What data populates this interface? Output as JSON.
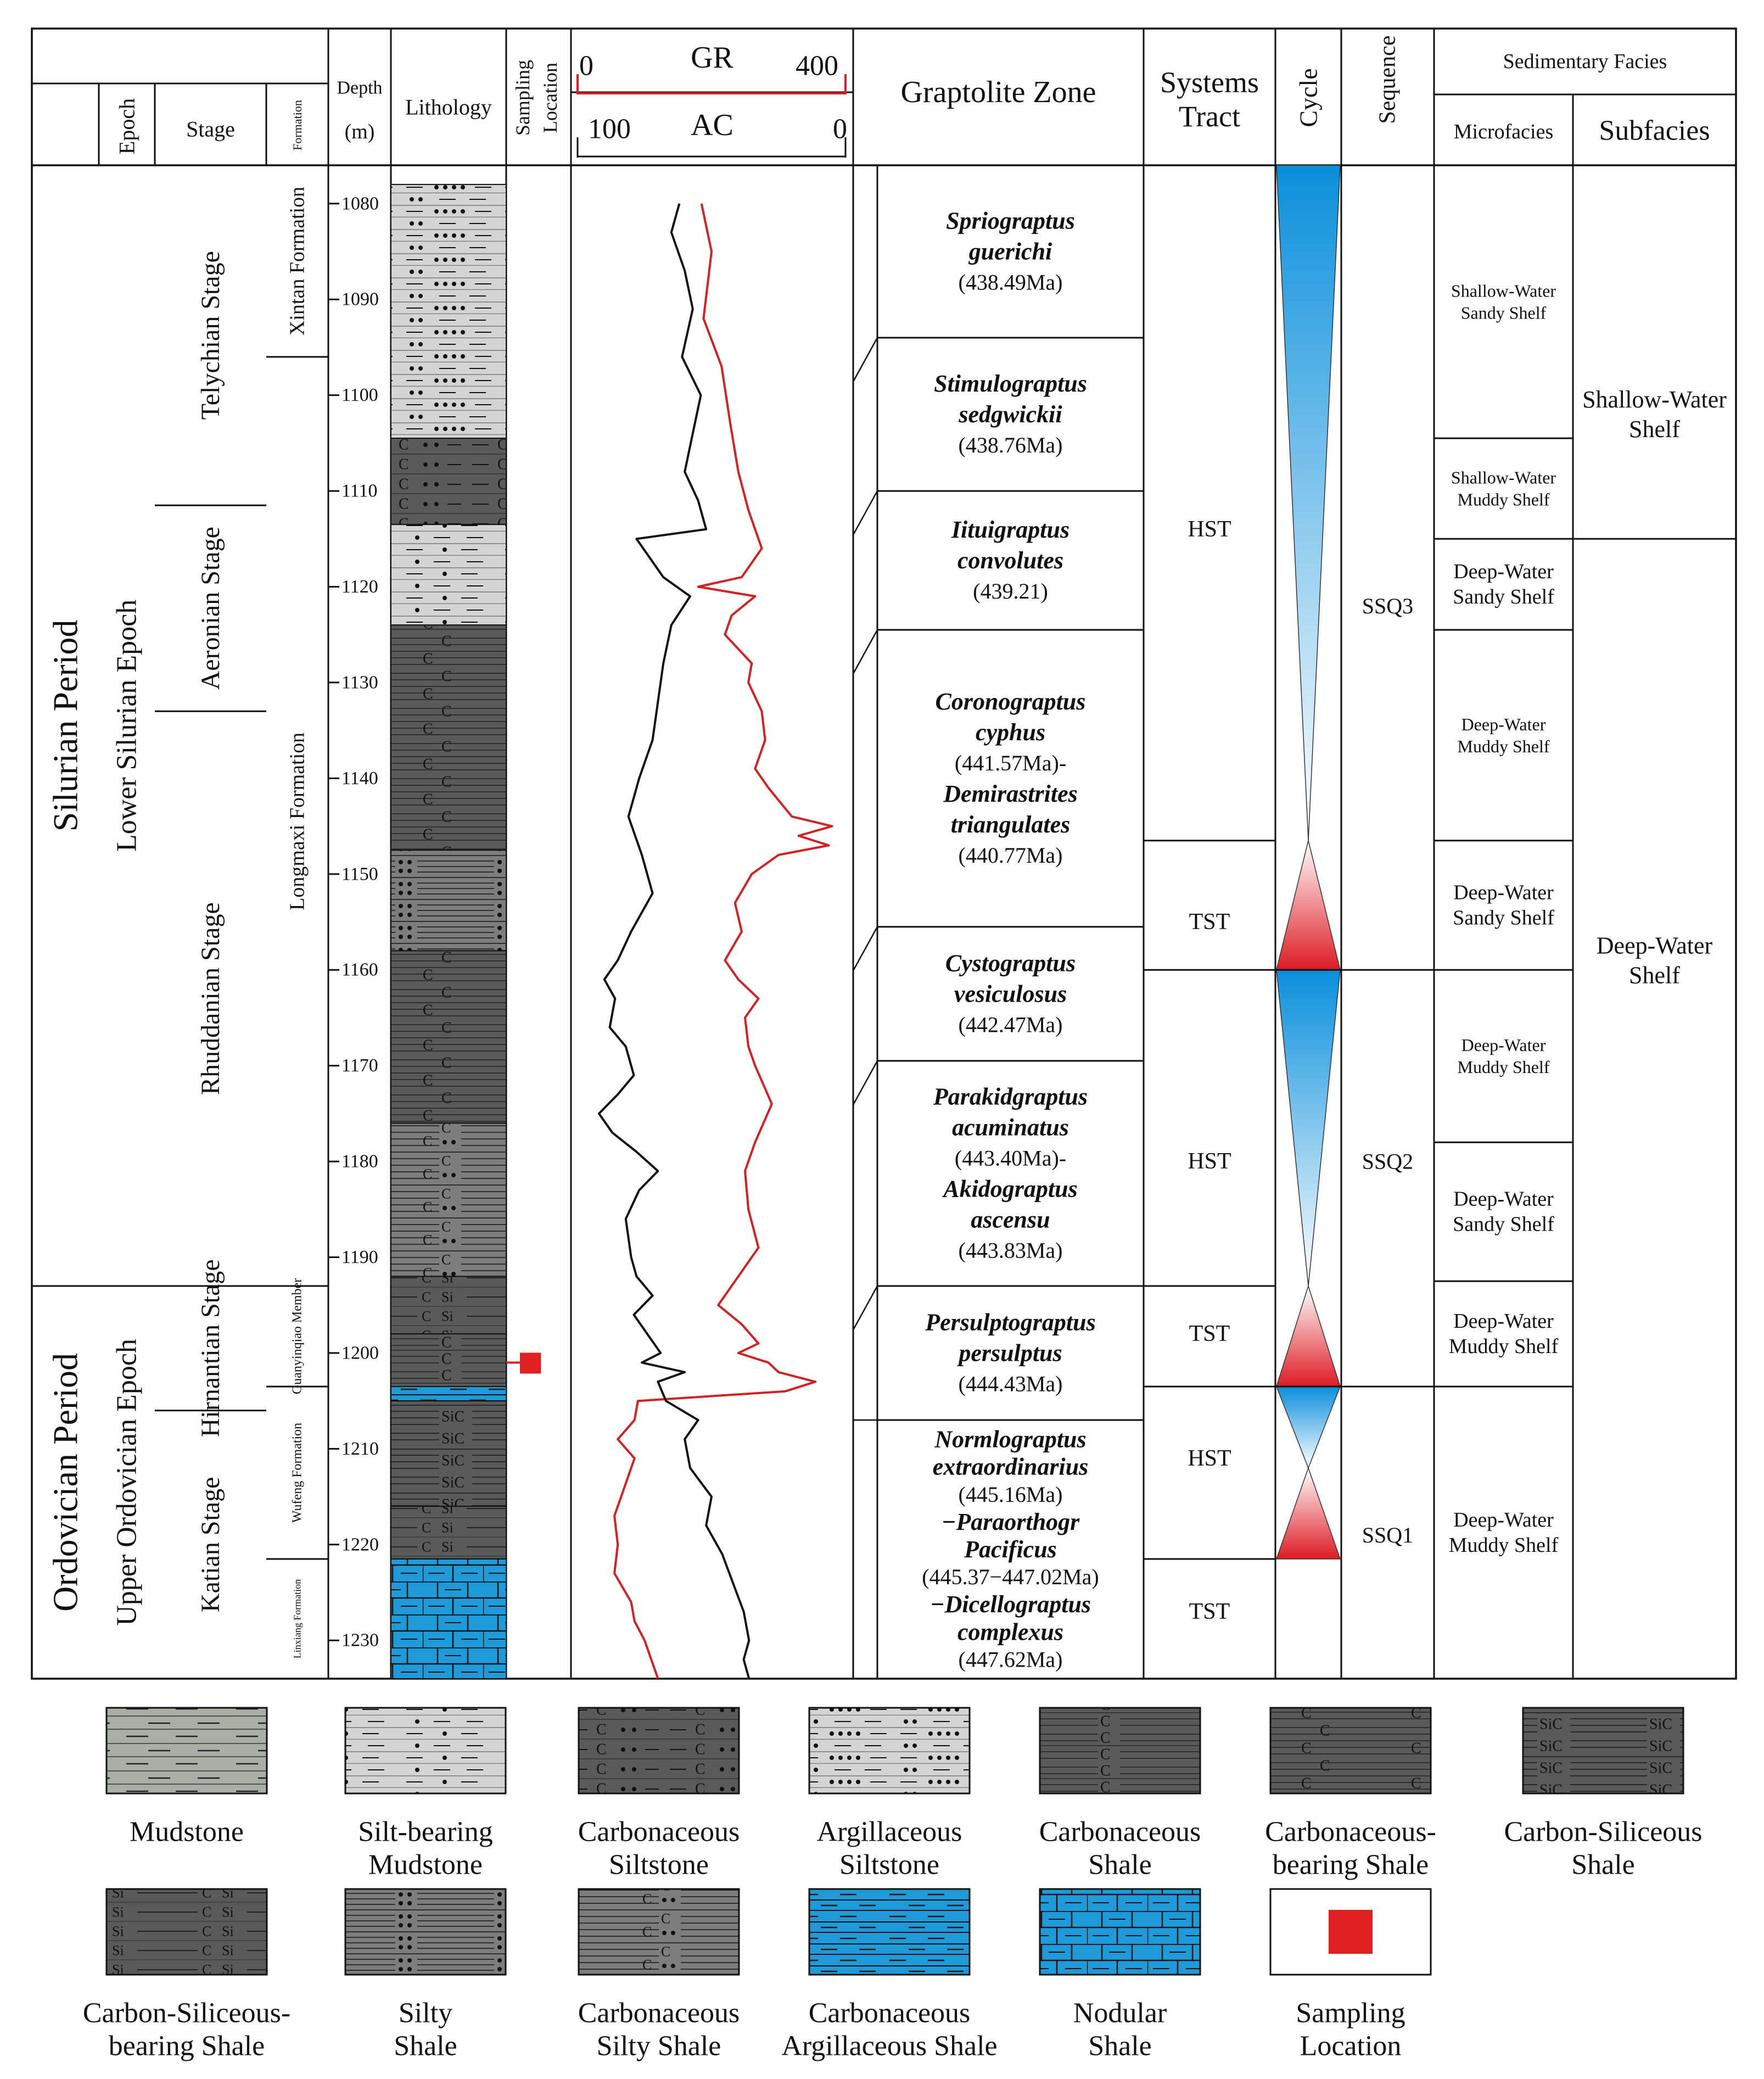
{
  "header": {
    "epoch": "Epoch",
    "stage": "Stage",
    "formation": "Formation",
    "depth_line1": "Depth",
    "depth_line2": "(m)",
    "lithology": "Lithology",
    "sampling_line1": "Sampling",
    "sampling_line2": "Location",
    "gr_label": "GR",
    "gr_min": "0",
    "gr_max": "400",
    "ac_label": "AC",
    "ac_left": "100",
    "ac_right": "0",
    "graptolite_zone": "Graptolite Zone",
    "systems_tract_line1": "Systems",
    "systems_tract_line2": "Tract",
    "cycle": "Cycle",
    "sequence": "Sequence",
    "sedimentary_facies": "Sedimentary Facies",
    "microfacies": "Microfacies",
    "subfacies": "Subfacies"
  },
  "periods": [
    {
      "name": "Silurian Period",
      "top": 1076,
      "bottom": 1193
    },
    {
      "name": "Ordovician Period",
      "top": 1193,
      "bottom": 1234
    }
  ],
  "epochs": [
    {
      "name": "Lower Silurian Epoch",
      "top": 1076,
      "bottom": 1193
    },
    {
      "name": "Upper Ordovician Epoch",
      "top": 1193,
      "bottom": 1234
    }
  ],
  "stages": [
    {
      "name": "Telychian Stage",
      "top": 1076,
      "bottom": 1111.5
    },
    {
      "name": "Aeronian Stage",
      "top": 1111.5,
      "bottom": 1133
    },
    {
      "name": "Rhuddanian Stage",
      "top": 1133,
      "bottom": 1193
    },
    {
      "name": "Hirnantian Stage",
      "top": 1193,
      "bottom": 1206
    },
    {
      "name": "Katian Stage",
      "top": 1206,
      "bottom": 1234
    }
  ],
  "formations": [
    {
      "name": "Xintan Formation",
      "top": 1076,
      "bottom": 1096
    },
    {
      "name": "Longmaxi Formation",
      "top": 1096,
      "bottom": 1193
    },
    {
      "name": "Guanyinqiao Member",
      "top": 1193,
      "bottom": 1203.5
    },
    {
      "name": "Wufeng Formation",
      "top": 1203.5,
      "bottom": 1221.5
    },
    {
      "name": "Linxiang Formation",
      "top": 1221.5,
      "bottom": 1234
    }
  ],
  "depth_axis": {
    "min": 1076,
    "max": 1234,
    "ticks": [
      "1080",
      "1090",
      "1100",
      "1110",
      "1120",
      "1130",
      "1140",
      "1150",
      "1160",
      "1170",
      "1180",
      "1190",
      "1200",
      "1210",
      "1220",
      "1230"
    ]
  },
  "lithology_column": [
    {
      "type": "argillaceous-siltstone",
      "top": 1078,
      "bottom": 1104.5
    },
    {
      "type": "carbonaceous-siltstone",
      "top": 1104.5,
      "bottom": 1113.5
    },
    {
      "type": "silt-bearing-mudstone",
      "top": 1113.5,
      "bottom": 1124
    },
    {
      "type": "carbonaceous-bearing-shale",
      "top": 1124,
      "bottom": 1147.5
    },
    {
      "type": "silty-shale",
      "top": 1147.5,
      "bottom": 1158
    },
    {
      "type": "carbonaceous-bearing-shale",
      "top": 1158,
      "bottom": 1176
    },
    {
      "type": "carbonaceous-silty-shale",
      "top": 1176,
      "bottom": 1192
    },
    {
      "type": "carbon-siliceous-bearing-shale",
      "top": 1192,
      "bottom": 1198
    },
    {
      "type": "carbonaceous-shale",
      "top": 1198,
      "bottom": 1203.5
    },
    {
      "type": "carbonaceous-argillaceous-shale",
      "top": 1203.5,
      "bottom": 1205
    },
    {
      "type": "carbon-siliceous-shale",
      "top": 1205,
      "bottom": 1216
    },
    {
      "type": "carbon-siliceous-bearing-shale",
      "top": 1216,
      "bottom": 1221.5
    },
    {
      "type": "nodular-shale",
      "top": 1221.5,
      "bottom": 1234
    }
  ],
  "sampling_location_depth": 1201,
  "chart_data": {
    "type": "line",
    "y_axis": "Depth (m)",
    "ylim": [
      1076,
      1234
    ],
    "series": [
      {
        "name": "GR",
        "scale": [
          0,
          400
        ],
        "color": "#d42020",
        "points": [
          [
            1080,
            185
          ],
          [
            1085,
            200
          ],
          [
            1092,
            188
          ],
          [
            1097,
            215
          ],
          [
            1103,
            228
          ],
          [
            1108,
            240
          ],
          [
            1112,
            255
          ],
          [
            1116,
            275
          ],
          [
            1119,
            245
          ],
          [
            1120,
            180
          ],
          [
            1121,
            265
          ],
          [
            1123,
            230
          ],
          [
            1125,
            220
          ],
          [
            1128,
            260
          ],
          [
            1130,
            255
          ],
          [
            1133,
            275
          ],
          [
            1136,
            280
          ],
          [
            1139,
            265
          ],
          [
            1141,
            285
          ],
          [
            1144,
            320
          ],
          [
            1145,
            380
          ],
          [
            1146,
            330
          ],
          [
            1147,
            375
          ],
          [
            1148,
            300
          ],
          [
            1150,
            260
          ],
          [
            1153,
            235
          ],
          [
            1156,
            245
          ],
          [
            1159,
            220
          ],
          [
            1161,
            240
          ],
          [
            1163,
            270
          ],
          [
            1165,
            250
          ],
          [
            1168,
            255
          ],
          [
            1170,
            265
          ],
          [
            1174,
            290
          ],
          [
            1178,
            265
          ],
          [
            1181,
            250
          ],
          [
            1185,
            255
          ],
          [
            1189,
            270
          ],
          [
            1192,
            240
          ],
          [
            1195,
            210
          ],
          [
            1197,
            245
          ],
          [
            1199,
            270
          ],
          [
            1200,
            240
          ],
          [
            1201,
            285
          ],
          [
            1202,
            300
          ],
          [
            1203,
            355
          ],
          [
            1204,
            310
          ],
          [
            1205,
            90
          ],
          [
            1207,
            85
          ],
          [
            1209,
            60
          ],
          [
            1211,
            85
          ],
          [
            1214,
            70
          ],
          [
            1217,
            55
          ],
          [
            1220,
            60
          ],
          [
            1223,
            55
          ],
          [
            1226,
            80
          ],
          [
            1228,
            85
          ],
          [
            1230,
            100
          ],
          [
            1232,
            110
          ],
          [
            1234,
            120
          ]
        ]
      },
      {
        "name": "AC",
        "scale": [
          100,
          0
        ],
        "color": "#111111",
        "points": [
          [
            1080,
            62
          ],
          [
            1083,
            65
          ],
          [
            1087,
            60
          ],
          [
            1091,
            57
          ],
          [
            1096,
            61
          ],
          [
            1100,
            54
          ],
          [
            1104,
            57
          ],
          [
            1108,
            60
          ],
          [
            1111,
            55
          ],
          [
            1114,
            52
          ],
          [
            1115,
            78
          ],
          [
            1117,
            73
          ],
          [
            1119,
            68
          ],
          [
            1121,
            58
          ],
          [
            1124,
            65
          ],
          [
            1128,
            68
          ],
          [
            1132,
            70
          ],
          [
            1136,
            72
          ],
          [
            1140,
            77
          ],
          [
            1144,
            81
          ],
          [
            1148,
            76
          ],
          [
            1152,
            72
          ],
          [
            1156,
            80
          ],
          [
            1159,
            85
          ],
          [
            1161,
            90
          ],
          [
            1163,
            86
          ],
          [
            1166,
            88
          ],
          [
            1168,
            82
          ],
          [
            1171,
            79
          ],
          [
            1173,
            85
          ],
          [
            1175,
            92
          ],
          [
            1177,
            87
          ],
          [
            1179,
            78
          ],
          [
            1181,
            70
          ],
          [
            1183,
            77
          ],
          [
            1186,
            82
          ],
          [
            1190,
            80
          ],
          [
            1192,
            78
          ],
          [
            1194,
            72
          ],
          [
            1196,
            79
          ],
          [
            1198,
            74
          ],
          [
            1200,
            69
          ],
          [
            1201,
            76
          ],
          [
            1202,
            60
          ],
          [
            1203,
            70
          ],
          [
            1205,
            67
          ],
          [
            1207,
            55
          ],
          [
            1209,
            60
          ],
          [
            1212,
            58
          ],
          [
            1215,
            50
          ],
          [
            1218,
            52
          ],
          [
            1221,
            46
          ],
          [
            1224,
            42
          ],
          [
            1227,
            38
          ],
          [
            1230,
            36
          ],
          [
            1232,
            38
          ],
          [
            1234,
            36
          ]
        ]
      }
    ]
  },
  "graptolite_zones": [
    {
      "top": 1076,
      "bottom": 1094,
      "lines": [
        {
          "t": "Spriograptus",
          "b": true
        },
        {
          "t": "guerichi",
          "b": true
        },
        {
          "t": "(438.49Ma)",
          "b": false
        }
      ]
    },
    {
      "top": 1094,
      "bottom": 1110,
      "lines": [
        {
          "t": "Stimulograptus",
          "b": true
        },
        {
          "t": "sedgwickii",
          "b": true
        },
        {
          "t": "(438.76Ma)",
          "b": false
        }
      ]
    },
    {
      "top": 1110,
      "bottom": 1124.5,
      "lines": [
        {
          "t": "Iituigraptus",
          "b": true
        },
        {
          "t": "convolutes",
          "b": true
        },
        {
          "t": "(439.21)",
          "b": false
        }
      ]
    },
    {
      "top": 1124.5,
      "bottom": 1155.5,
      "lines": [
        {
          "t": "Coronograptus",
          "b": true
        },
        {
          "t": "cyphus",
          "b": true
        },
        {
          "t": "(441.57Ma)-",
          "b": false
        },
        {
          "t": "Demirastrites",
          "b": true
        },
        {
          "t": "triangulates",
          "b": true
        },
        {
          "t": "(440.77Ma)",
          "b": false
        }
      ]
    },
    {
      "top": 1155.5,
      "bottom": 1169.5,
      "lines": [
        {
          "t": "Cystograptus",
          "b": true
        },
        {
          "t": "vesiculosus",
          "b": true
        },
        {
          "t": "(442.47Ma)",
          "b": false
        }
      ]
    },
    {
      "top": 1169.5,
      "bottom": 1193,
      "lines": [
        {
          "t": "Parakidgraptus",
          "b": true
        },
        {
          "t": "acuminatus",
          "b": true
        },
        {
          "t": "(443.40Ma)-",
          "b": false
        },
        {
          "t": "Akidograptus",
          "b": true
        },
        {
          "t": "ascensu",
          "b": true
        },
        {
          "t": "(443.83Ma)",
          "b": false
        }
      ]
    },
    {
      "top": 1193,
      "bottom": 1207,
      "lines": [
        {
          "t": "Persulptograptus",
          "b": true
        },
        {
          "t": "persulptus",
          "b": true
        },
        {
          "t": "(444.43Ma)",
          "b": false
        }
      ]
    },
    {
      "top": 1207,
      "bottom": 1234,
      "lines": [
        {
          "t": "Normlograptus",
          "b": true
        },
        {
          "t": "extraordinarius",
          "b": true
        },
        {
          "t": "(445.16Ma)",
          "b": false
        },
        {
          "t": "−Paraorthogr",
          "b": true
        },
        {
          "t": "Pacificus",
          "b": true
        },
        {
          "t": "(445.37−447.02Ma)",
          "b": false
        },
        {
          "t": "−Dicellograptus",
          "b": true
        },
        {
          "t": "complexus",
          "b": true
        },
        {
          "t": "(447.62Ma)",
          "b": false
        }
      ]
    }
  ],
  "systems_tracts": [
    {
      "name": "HST",
      "top": 1076,
      "bottom": 1146.5,
      "label_depth": 1114
    },
    {
      "name": "TST",
      "top": 1146.5,
      "bottom": 1160,
      "label_depth": 1155
    },
    {
      "name": "HST",
      "top": 1160,
      "bottom": 1193,
      "label_depth": 1180
    },
    {
      "name": "TST",
      "top": 1193,
      "bottom": 1203.5,
      "label_depth": 1198
    },
    {
      "name": "HST",
      "top": 1203.5,
      "bottom": 1221.5,
      "label_depth": 1211
    },
    {
      "name": "TST",
      "top": 1221.5,
      "bottom": 1234,
      "label_depth": 1227
    }
  ],
  "cycles": [
    {
      "kind": "regressive",
      "top": 1076,
      "bottom": 1146.5
    },
    {
      "kind": "transgressive",
      "top": 1146.5,
      "bottom": 1160
    },
    {
      "kind": "regressive",
      "top": 1160,
      "bottom": 1193
    },
    {
      "kind": "transgressive",
      "top": 1193,
      "bottom": 1203.5
    },
    {
      "kind": "regressive",
      "top": 1203.5,
      "bottom": 1212
    },
    {
      "kind": "transgressive",
      "top": 1212,
      "bottom": 1221.5
    }
  ],
  "sequences": [
    {
      "name": "SSQ3",
      "top": 1076,
      "bottom": 1160,
      "label_depth": 1122
    },
    {
      "name": "SSQ2",
      "top": 1160,
      "bottom": 1203.5,
      "label_depth": 1180
    },
    {
      "name": "SSQ1",
      "top": 1203.5,
      "bottom": 1234,
      "label_depth": 1219
    }
  ],
  "microfacies": [
    {
      "top": 1076,
      "bottom": 1104.5,
      "lines": [
        "Shallow-Water",
        "Sandy Shelf"
      ]
    },
    {
      "top": 1104.5,
      "bottom": 1115,
      "lines": [
        "Shallow-Water",
        "Muddy Shelf"
      ]
    },
    {
      "top": 1115,
      "bottom": 1124.5,
      "lines": [
        "Deep-Water",
        "Sandy Shelf"
      ]
    },
    {
      "top": 1124.5,
      "bottom": 1146.5,
      "lines": [
        "Deep-Water",
        "Muddy Shelf"
      ]
    },
    {
      "top": 1146.5,
      "bottom": 1160,
      "lines": [
        "Deep-Water",
        "Sandy Shelf"
      ]
    },
    {
      "top": 1160,
      "bottom": 1178,
      "lines": [
        "Deep-Water",
        "Muddy Shelf"
      ]
    },
    {
      "top": 1178,
      "bottom": 1192.5,
      "lines": [
        "Deep-Water",
        "Sandy Shelf"
      ]
    },
    {
      "top": 1192.5,
      "bottom": 1203.5,
      "lines": [
        "Deep-Water",
        "Muddy Shelf"
      ]
    },
    {
      "top": 1203.5,
      "bottom": 1234,
      "lines": [
        "Deep-Water",
        "Muddy Shelf"
      ]
    }
  ],
  "subfacies": [
    {
      "top": 1076,
      "bottom": 1115,
      "lines": [
        "Shallow-Water",
        "Shelf"
      ]
    },
    {
      "top": 1115,
      "bottom": 1234,
      "lines": [
        "Deep-Water",
        "Shelf"
      ]
    }
  ],
  "legend": [
    {
      "type": "mudstone",
      "lines": [
        "Mudstone"
      ]
    },
    {
      "type": "silt-bearing-mudstone",
      "lines": [
        "Silt-bearing",
        "Mudstone"
      ]
    },
    {
      "type": "carbonaceous-siltstone",
      "lines": [
        "Carbonaceous",
        "Siltstone"
      ]
    },
    {
      "type": "argillaceous-siltstone",
      "lines": [
        "Argillaceous",
        "Siltstone"
      ]
    },
    {
      "type": "carbonaceous-shale",
      "lines": [
        "Carbonaceous",
        "Shale"
      ]
    },
    {
      "type": "carbonaceous-bearing-shale",
      "lines": [
        "Carbonaceous-",
        "bearing Shale"
      ]
    },
    {
      "type": "carbon-siliceous-shale",
      "lines": [
        "Carbon-Siliceous",
        "Shale"
      ]
    },
    {
      "type": "carbon-siliceous-bearing-shale",
      "lines": [
        "Carbon-Siliceous-",
        "bearing Shale"
      ]
    },
    {
      "type": "silty-shale",
      "lines": [
        "Silty",
        "Shale"
      ]
    },
    {
      "type": "carbonaceous-silty-shale",
      "lines": [
        "Carbonaceous",
        "Silty Shale"
      ]
    },
    {
      "type": "carbonaceous-argillaceous-shale",
      "lines": [
        "Carbonaceous",
        "Argillaceous Shale"
      ]
    },
    {
      "type": "nodular-shale",
      "lines": [
        "Nodular",
        "Shale"
      ]
    },
    {
      "type": "sampling-location",
      "lines": [
        "Sampling",
        "Location"
      ]
    }
  ],
  "colors": {
    "dark_gray": "#5a5a5a",
    "mid_gray": "#7d7d7d",
    "light_gray": "#d4d4d4",
    "mudstone_gray": "#a9aea6",
    "blue": "#1f9ad8",
    "red": "#e02020",
    "gr_line": "#d42020",
    "ac_line": "#111111"
  }
}
